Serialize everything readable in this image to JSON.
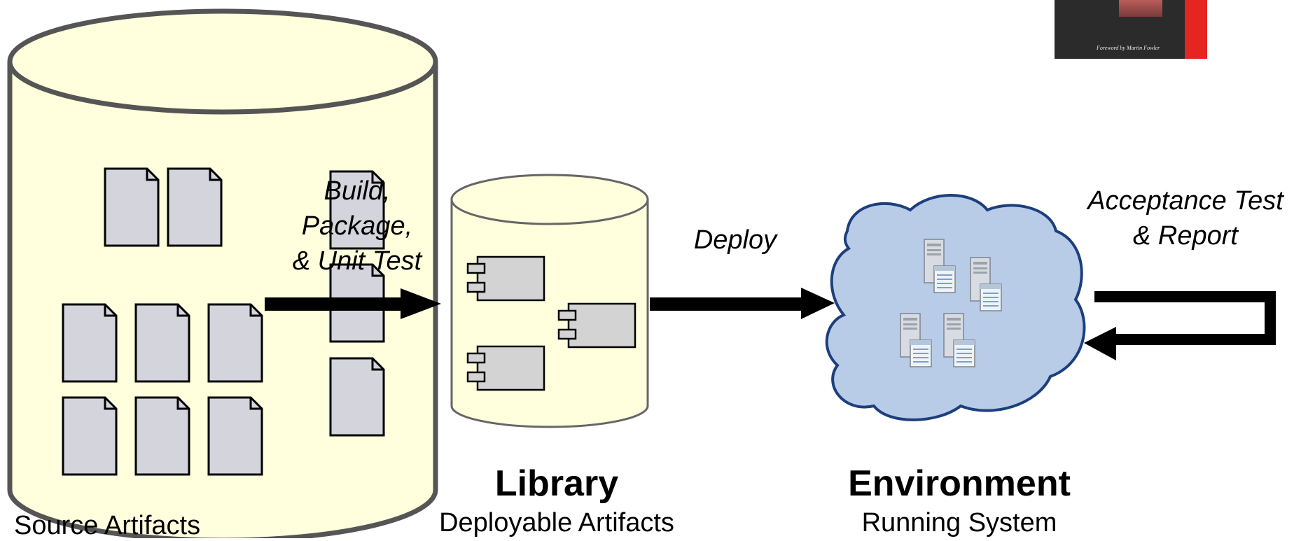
{
  "steps": {
    "build": [
      "Build,",
      "Package,",
      "& Unit Test"
    ],
    "deploy": "Deploy",
    "acceptance": [
      "Acceptance Test",
      "& Report"
    ]
  },
  "stores": {
    "source": {
      "subtitle": "Source Artifacts"
    },
    "library": {
      "title": "Library",
      "subtitle": "Deployable Artifacts"
    },
    "environment": {
      "title": "Environment",
      "subtitle": "Running System"
    }
  },
  "book_cover": {
    "credit": "Foreword by Martin Fowler"
  },
  "colors": {
    "cylinder_fill": "#ffffdd",
    "cylinder_stroke": "#555555",
    "document_fill": "#d3d4dc",
    "cloud_fill": "#b8cce8",
    "cloud_stroke": "#1d3f7c",
    "arrow": "#000000"
  },
  "icons": [
    "document-icon",
    "component-icon",
    "server-icon",
    "book-cover-image"
  ]
}
